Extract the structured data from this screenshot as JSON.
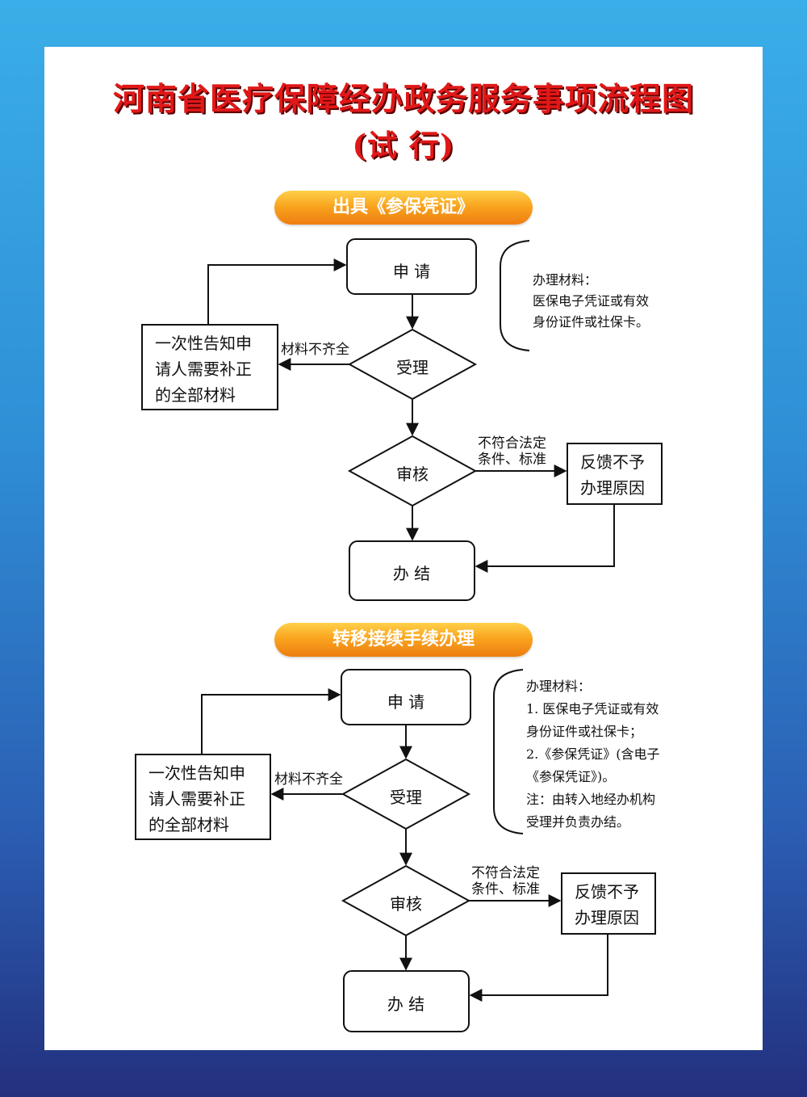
{
  "title": "河南省医疗保障经办政务服务事项流程图",
  "subtitle": "(试 行)",
  "sections": [
    {
      "heading": "出具《参保凭证》",
      "apply": "申 请",
      "accept": "受理",
      "review": "审核",
      "complete": "办 结",
      "notify_box": [
        "一次性告知申",
        "请人需要补正",
        "的全部材料"
      ],
      "feedback_box": [
        "反馈不予",
        "办理原因"
      ],
      "incomplete_label": "材料不齐全",
      "noncompliant_label": [
        "不符合法定",
        "条件、标准"
      ],
      "materials": [
        "办理材料：",
        "医保电子凭证或有效",
        "身份证件或社保卡。"
      ]
    },
    {
      "heading": "转移接续手续办理",
      "apply": "申 请",
      "accept": "受理",
      "review": "审核",
      "complete": "办 结",
      "notify_box": [
        "一次性告知申",
        "请人需要补正",
        "的全部材料"
      ],
      "feedback_box": [
        "反馈不予",
        "办理原因"
      ],
      "incomplete_label": "材料不齐全",
      "noncompliant_label": [
        "不符合法定",
        "条件、标准"
      ],
      "materials": [
        "办理材料：",
        "1. 医保电子凭证或有效",
        "身份证件或社保卡；",
        "2.《参保凭证》(含电子",
        "《参保凭证》)。",
        "注：由转入地经办机构",
        "受理并负责办结。"
      ]
    }
  ]
}
